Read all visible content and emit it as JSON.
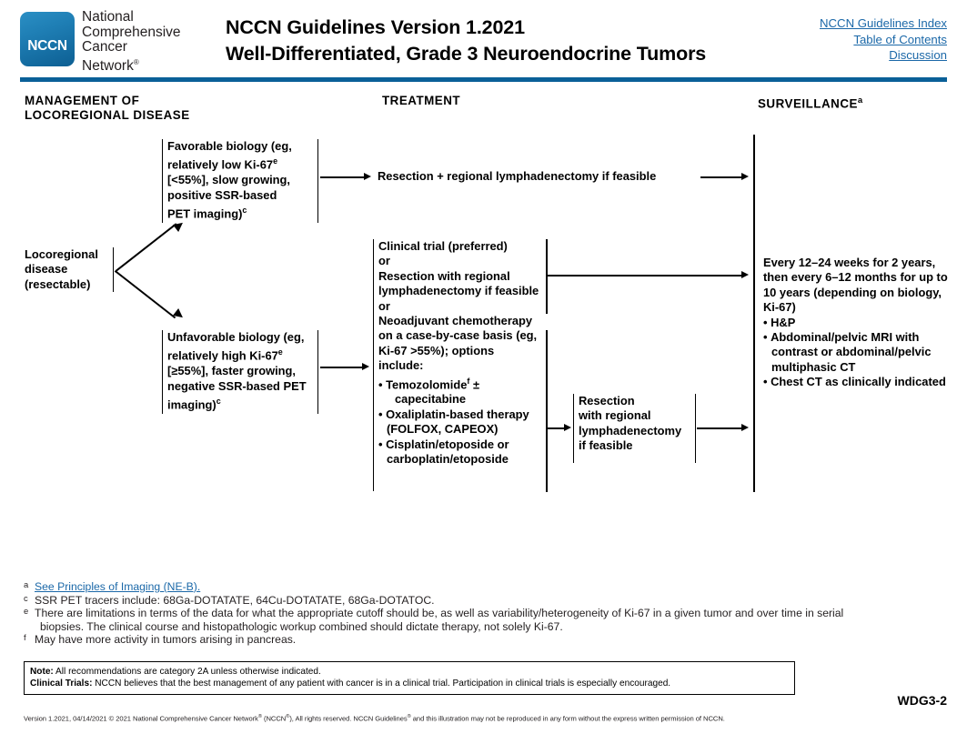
{
  "header": {
    "logo_text": "NCCN",
    "wordmark_lines": [
      "National",
      "Comprehensive",
      "Cancer",
      "Network"
    ],
    "wordmark_reg": "®",
    "title_line1": "NCCN Guidelines Version 1.2021",
    "title_line2": "Well-Differentiated, Grade 3 Neuroendocrine Tumors",
    "links": [
      "NCCN Guidelines Index",
      "Table of Contents",
      "Discussion"
    ],
    "rule_color": "#0a6098"
  },
  "columns": {
    "management_line1": "MANAGEMENT OF",
    "management_line2": "LOCOREGIONAL DISEASE",
    "treatment": "TREATMENT",
    "surveillance": "SURVEILLANCE",
    "surveillance_sup": "a"
  },
  "flow": {
    "locoregional": {
      "lines": [
        "Locoregional",
        "disease",
        "(resectable)"
      ]
    },
    "favorable": {
      "text_parts": [
        "Favorable biology (eg, relatively low Ki-67",
        "e",
        " [<55%], slow growing, positive SSR-based PET imaging)",
        "c"
      ],
      "l1": "Favorable biology (eg,",
      "l2a": "relatively low Ki-67",
      "l2sup": "e",
      "l3": "[<55%], slow growing,",
      "l4": "positive SSR-based",
      "l5a": "PET imaging)",
      "l5sup": "c"
    },
    "unfavorable": {
      "l1": "Unfavorable biology (eg,",
      "l2a": "relatively high Ki-67",
      "l2sup": "e",
      "l3": "[≥55%], faster growing,",
      "l4": "negative SSR-based PET",
      "l5a": "imaging)",
      "l5sup": "c"
    },
    "resection_top": "Resection + regional lymphadenectomy if feasible",
    "treatment_box": {
      "line_clinical_trial": "Clinical trial (preferred)",
      "or1": "or",
      "line_resection": "Resection with regional lymphadenectomy if feasible",
      "or2": "or",
      "line_neoadjuvant": "Neoadjuvant chemotherapy on a case-by-case basis (eg, Ki-67 >55%); options include:",
      "bullets": [
        {
          "main": "Temozolomide",
          "sup": "f",
          "tail": " ±",
          "cont": "capecitabine"
        },
        {
          "main": "Oxaliplatin-based therapy (FOLFOX, CAPEOX)",
          "sup": "",
          "tail": "",
          "cont": ""
        },
        {
          "main": "Cisplatin/etoposide or carboplatin/etoposide",
          "sup": "",
          "tail": "",
          "cont": ""
        }
      ]
    },
    "resection_mid": {
      "lines": [
        "Resection",
        "with regional",
        "lymphadenectomy",
        "if feasible"
      ]
    },
    "surveillance_box": {
      "intro": "Every 12–24 weeks for 2 years, then every 6–12 months for up to 10 years (depending on biology, Ki-67)",
      "bullets": [
        "H&P",
        "Abdominal/pelvic MRI with contrast or abdominal/pelvic multiphasic CT",
        "Chest CT as clinically indicated"
      ]
    }
  },
  "footnotes": [
    {
      "mark": "a",
      "link_text": "See Principles of Imaging (NE-B).",
      "text": "",
      "cont": ""
    },
    {
      "mark": "c",
      "link_text": "",
      "text": "SSR PET tracers include: 68Ga-DOTATATE, 64Cu-DOTATATE, 68Ga-DOTATOC.",
      "cont": ""
    },
    {
      "mark": "e",
      "link_text": "",
      "text": "There are limitations in terms of the data for what the appropriate cutoff should be, as well as variability/heterogeneity of Ki-67 in a given tumor and over time in serial",
      "cont": "biopsies. The clinical course and histopathologic workup combined should dictate therapy, not solely Ki-67."
    },
    {
      "mark": "f",
      "link_text": "",
      "text": "May have more activity in tumors arising in pancreas.",
      "cont": ""
    }
  ],
  "note_box": {
    "note_label": "Note:",
    "note_text": " All recommendations are category 2A unless otherwise indicated.",
    "trials_label": "Clinical Trials:",
    "trials_text": " NCCN believes that the best management of any patient with cancer is in a clinical trial. Participation in clinical trials is especially encouraged."
  },
  "footer": {
    "copyright_a": "Version 1.2021, 04/14/2021 © 2021 National Comprehensive Cancer Network",
    "copyright_sup1": "®",
    "copyright_b": " (NCCN",
    "copyright_sup2": "®",
    "copyright_c": "), All rights reserved. NCCN Guidelines",
    "copyright_sup3": "®",
    "copyright_d": " and this illustration may not be reproduced in any form without the express written permission of NCCN.",
    "page_code": "WDG3-2"
  }
}
